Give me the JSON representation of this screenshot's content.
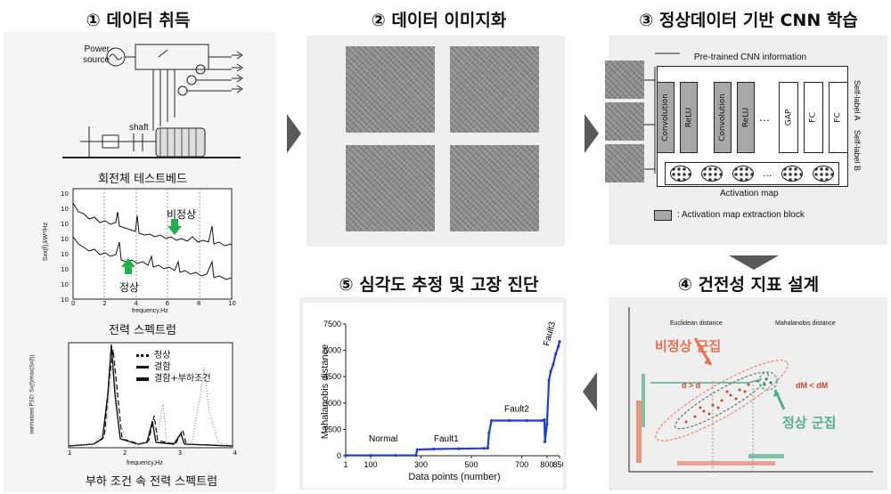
{
  "step1": {
    "title": "① 데이터 취득",
    "power_source": "Power source",
    "shaft": "shaft",
    "testbed_caption": "회전체 테스트베드",
    "spectrum_abnormal": "비정상",
    "spectrum_normal": "정상",
    "spectrum_ylabel": "Sxx(f),kW²/Hz",
    "spectrum_xlabel": "frequency,Hz",
    "spectrum_caption": "전력 스펙트럼",
    "spectrum_yticks": [
      "10",
      "10",
      "10",
      "10",
      "10",
      "10",
      "10",
      "10"
    ],
    "spectrum_xticks": [
      "0",
      "2",
      "4",
      "6",
      "8",
      "10"
    ],
    "psd_ylabel": "normalized PSD: Sx(f)/max(Sx(f))",
    "psd_xlabel": "frequency,Hz",
    "psd_xticks": [
      "1",
      "2",
      "3",
      "4"
    ],
    "psd_legend": [
      "정상",
      "결함",
      "결함+부하조건"
    ],
    "psd_caption": "부하 조건 속 전력 스펙트럼"
  },
  "step2": {
    "title": "② 데이터 이미지화"
  },
  "step3": {
    "title": "③ 정상데이터 기반 CNN 학습",
    "pretrained": "Pre-trained CNN information",
    "blocks": [
      "Convolution",
      "ReLU",
      "Convolution",
      "ReLU",
      "GAP",
      "FC",
      "FC"
    ],
    "self_label_a": "Self-label A",
    "self_label_b": "Self-label B",
    "activation_map": "Activation map",
    "legend": ": Activation map extraction block"
  },
  "step4": {
    "title": "④ 건전성 지표 설계",
    "euclidean": "Euclidean distance",
    "mahalanobis": "Mahalanobis distance",
    "abnormal_cluster": "비정상 군집",
    "normal_cluster": "정상 군집",
    "ineq_e": "d > d",
    "ineq_m": "dM < dM",
    "colors": {
      "abnormal": "#e8704f",
      "normal": "#4fb08a"
    }
  },
  "step5": {
    "title": "⑤ 심각도 추정 및 고장 진단",
    "chart_data": {
      "type": "line",
      "xlabel": "Data points (number)",
      "ylabel": "Mahalanobis distance",
      "xlim": [
        1,
        850
      ],
      "ylim": [
        0,
        7500
      ],
      "xticks": [
        "1",
        "100",
        "300",
        "500",
        "700",
        "800",
        "850"
      ],
      "yticks": [
        "0",
        "1500",
        "3000",
        "4500",
        "6000",
        "7500"
      ],
      "annotations": [
        "Normal",
        "Fault1",
        "Fault2",
        "Fault3"
      ],
      "series": [
        {
          "values": [
            [
              1,
              20
            ],
            [
              100,
              20
            ],
            [
              200,
              20
            ],
            [
              280,
              20
            ],
            [
              285,
              350
            ],
            [
              350,
              380
            ],
            [
              450,
              400
            ],
            [
              550,
              420
            ],
            [
              565,
              430
            ],
            [
              570,
              1300
            ],
            [
              580,
              2000
            ],
            [
              650,
              2000
            ],
            [
              720,
              2000
            ],
            [
              780,
              2000
            ],
            [
              790,
              2050
            ],
            [
              792,
              800
            ],
            [
              800,
              1800
            ],
            [
              808,
              4300
            ],
            [
              815,
              4800
            ],
            [
              825,
              5200
            ],
            [
              835,
              5800
            ],
            [
              845,
              6200
            ],
            [
              850,
              6500
            ]
          ]
        }
      ]
    }
  }
}
